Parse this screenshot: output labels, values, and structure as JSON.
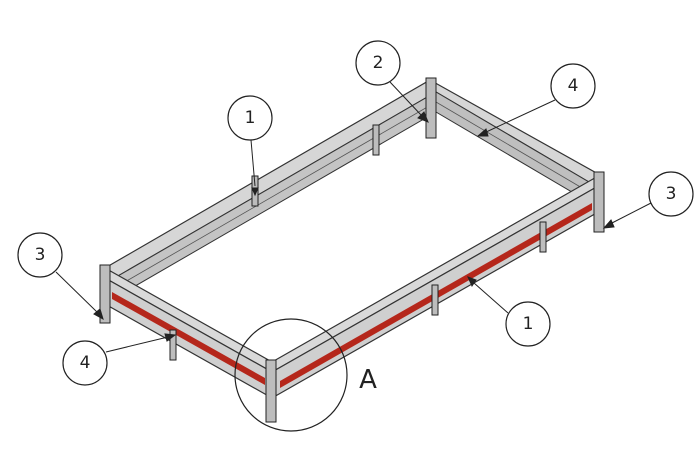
{
  "drawing": {
    "balloons": [
      {
        "id": "balloon-1-top",
        "label": "1"
      },
      {
        "id": "balloon-2",
        "label": "2"
      },
      {
        "id": "balloon-4-top",
        "label": "4"
      },
      {
        "id": "balloon-3-right",
        "label": "3"
      },
      {
        "id": "balloon-3-left",
        "label": "3"
      },
      {
        "id": "balloon-4-left",
        "label": "4"
      },
      {
        "id": "balloon-1-bottom",
        "label": "1"
      }
    ],
    "detail_label": "A",
    "colors": {
      "frame": "#c9c9c9",
      "edge": "#333333",
      "strip": "#b5271b"
    }
  }
}
